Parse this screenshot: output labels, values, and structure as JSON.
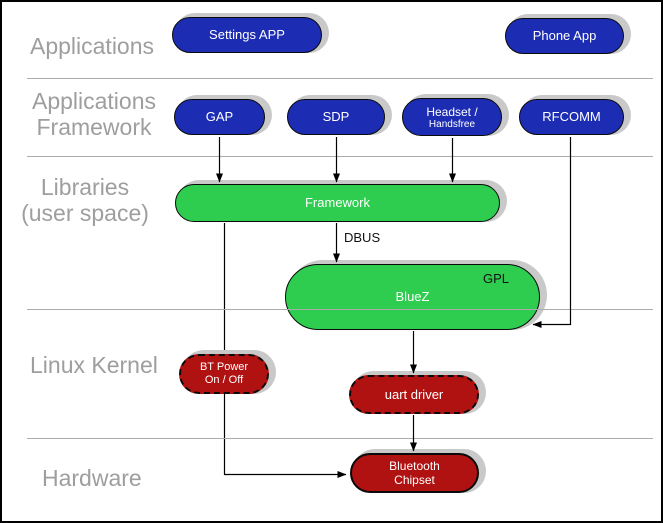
{
  "layers": {
    "applications": "Applications",
    "applications_framework": [
      "Applications",
      "Framework"
    ],
    "libraries": [
      "Libraries",
      "(user space)"
    ],
    "linux_kernel": "Linux Kernel",
    "hardware": "Hardware"
  },
  "nodes": {
    "settings_app": "Settings APP",
    "phone_app": "Phone App",
    "gap": "GAP",
    "sdp": "SDP",
    "headset": [
      "Headset /",
      "Handsfree"
    ],
    "rfcomm": "RFCOMM",
    "framework": "Framework",
    "bluez": "BlueZ",
    "gpl_tag": "GPL",
    "bt_power": [
      "BT Power",
      "On / Off"
    ],
    "uart_driver": "uart driver",
    "bt_chipset": [
      "Bluetooth",
      "Chipset"
    ]
  },
  "annotations": {
    "dbus": "DBUS"
  },
  "edges": [
    {
      "from": "GAP",
      "to": "Framework"
    },
    {
      "from": "SDP",
      "to": "Framework"
    },
    {
      "from": "Headset / Handsfree",
      "to": "Framework"
    },
    {
      "from": "RFCOMM",
      "to": "BlueZ"
    },
    {
      "from": "Framework",
      "to": "BlueZ",
      "label": "DBUS"
    },
    {
      "from": "Framework",
      "to": "Bluetooth Chipset"
    },
    {
      "from": "BlueZ",
      "to": "uart driver"
    },
    {
      "from": "uart driver",
      "to": "Bluetooth Chipset"
    }
  ],
  "colors": {
    "application_blue": "#1c2db4",
    "library_green": "#2ecc4f",
    "kernel_red": "#b01111",
    "layer_label_gray": "#9e9e9e",
    "layer_line_gray": "#ababab",
    "edge_black": "#000000",
    "shadow_gray": "#c9c9c9",
    "pill_text_white": "#ffffff"
  }
}
